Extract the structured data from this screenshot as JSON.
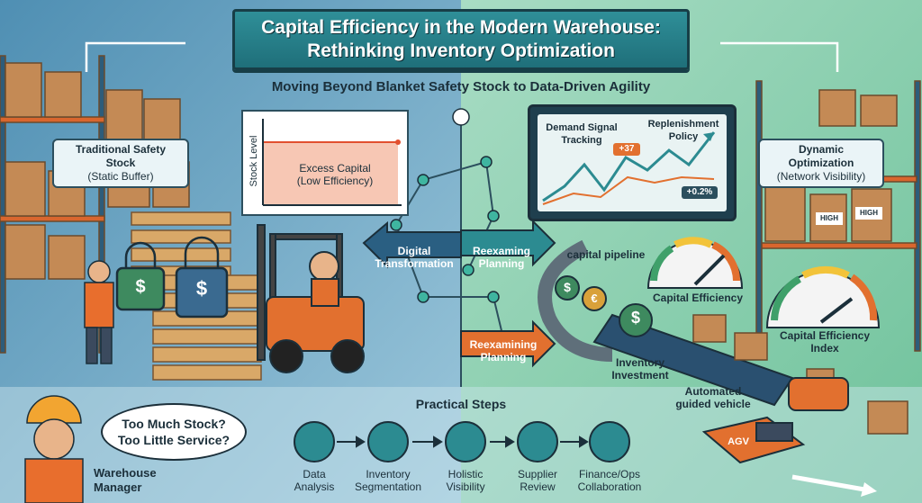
{
  "title": {
    "line1": "Capital Efficiency in the Modern Warehouse:",
    "line2": "Rethinking Inventory Optimization"
  },
  "subtitle": "Moving Beyond Blanket Safety Stock to Data-Driven Agility",
  "left": {
    "tag_title": "Traditional Safety Stock",
    "tag_sub": "(Static Buffer)",
    "chart_axis": "Stock Level",
    "chart_label1": "Excess Capital",
    "chart_label2": "(Low Efficiency)",
    "bubble_line1": "Too Much Stock?",
    "bubble_line2": "Too Little Service?",
    "manager_line1": "Warehouse",
    "manager_line2": "Manager"
  },
  "center": {
    "arrow_left_1": "Digital",
    "arrow_left_2": "Transformation",
    "arrow_right_1": "Reexaming",
    "arrow_right_2": "Planning",
    "arrow_orange_1": "Reexamining",
    "arrow_orange_2": "Planning"
  },
  "right": {
    "tag_title": "Dynamic Optimization",
    "tag_sub": "(Network Visibility)",
    "demand_1": "Demand Signal",
    "demand_2": "Tracking",
    "replen_1": "Replenishment",
    "replen_2": "Policy",
    "badge_up": "+37",
    "badge_pct": "+0.2%",
    "pipeline": "capital pipeline",
    "gauge1": "Capital Efficiency",
    "gauge2_1": "Capital Efficiency",
    "gauge2_2": "Index",
    "inventory_1": "Inventory",
    "inventory_2": "Investment",
    "agv_1": "Automated",
    "agv_2": "guided vehicle",
    "agv_text": "AGV",
    "box_text": "HIGH",
    "dollar": "$",
    "euro": "€"
  },
  "steps": {
    "title": "Practical Steps",
    "items": [
      {
        "l1": "Data",
        "l2": "Analysis"
      },
      {
        "l1": "Inventory",
        "l2": "Segmentation"
      },
      {
        "l1": "Holistic",
        "l2": "Visibility"
      },
      {
        "l1": "Supplier",
        "l2": "Review"
      },
      {
        "l1": "Finance/Ops",
        "l2": "Collaboration"
      }
    ]
  }
}
